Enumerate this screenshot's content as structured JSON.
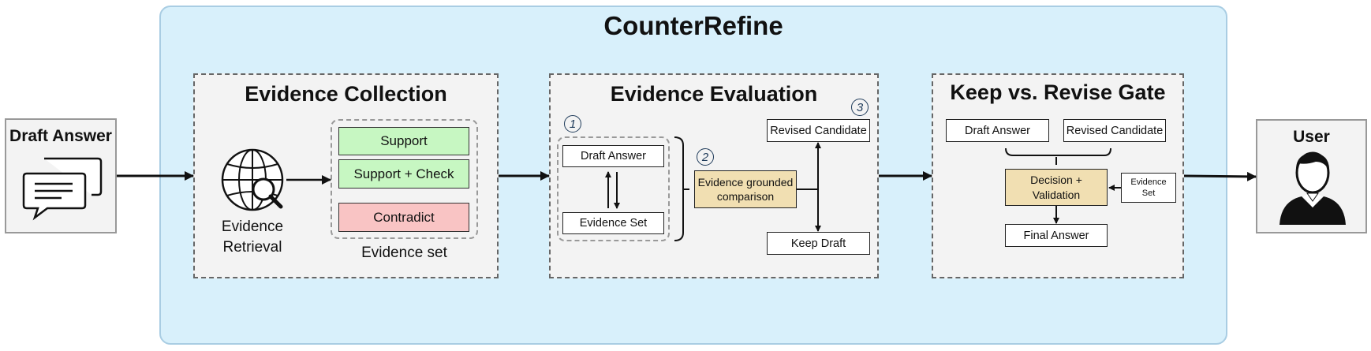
{
  "main_title": "CounterRefine",
  "draft_answer_box": {
    "title": "Draft Answer",
    "icon": "chat-bubbles-icon"
  },
  "user_box": {
    "title": "User",
    "icon": "user-avatar-icon"
  },
  "evidence_collection": {
    "title": "Evidence Collection",
    "retrieval_label_line1": "Evidence",
    "retrieval_label_line2": "Retrieval",
    "items": [
      "Support",
      "Support + Check",
      "Contradict"
    ],
    "set_label": "Evidence set",
    "icon": "globe-search-icon"
  },
  "evidence_evaluation": {
    "title": "Evidence Evaluation",
    "step1": "1",
    "step2": "2",
    "step3": "3",
    "draft_answer": "Draft Answer",
    "evidence_set": "Evidence Set",
    "comparison_line1": "Evidence grounded",
    "comparison_line2": "comparison",
    "revised_candidate": "Revised Candidate",
    "keep_draft": "Keep Draft"
  },
  "keep_revise_gate": {
    "title": "Keep vs. Revise Gate",
    "draft_answer": "Draft Answer",
    "revised_candidate": "Revised Candidate",
    "decision_line1": "Decision +",
    "decision_line2": "Validation",
    "evidence_line1": "Evidence",
    "evidence_line2": "Set",
    "final_answer": "Final Answer"
  },
  "colors": {
    "main_panel": "#d8f0fb",
    "support": "#c7f7c2",
    "contradict": "#f9c4c4",
    "tan": "#f1dfb2"
  }
}
